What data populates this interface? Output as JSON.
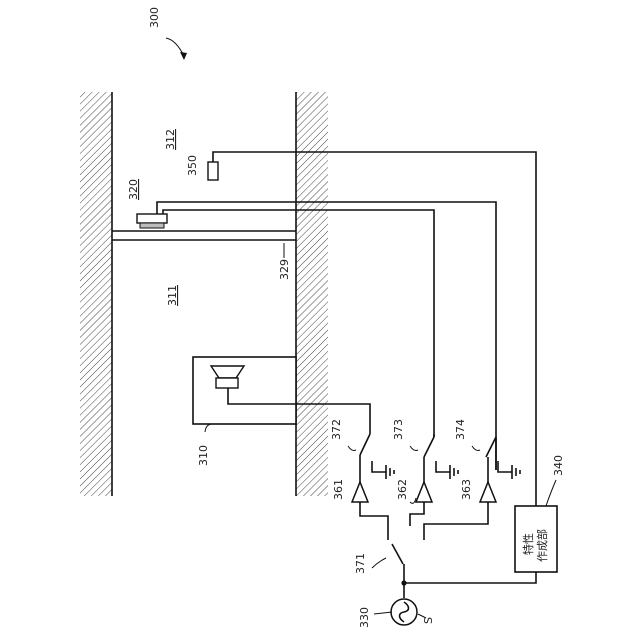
{
  "figure": {
    "ref_main": "300",
    "labels": {
      "space_a": "311",
      "space_b": "312",
      "speaker": "310",
      "mic": "320",
      "tube": "329",
      "sensor": "350",
      "source": "330",
      "source_letter": "S",
      "unit": "340",
      "unit_text_1": "特性",
      "unit_text_2": "作成部",
      "amp1": "361",
      "amp2": "362",
      "amp3": "363",
      "sw_in": "371",
      "sw1": "372",
      "sw2": "373",
      "sw3": "374"
    }
  }
}
